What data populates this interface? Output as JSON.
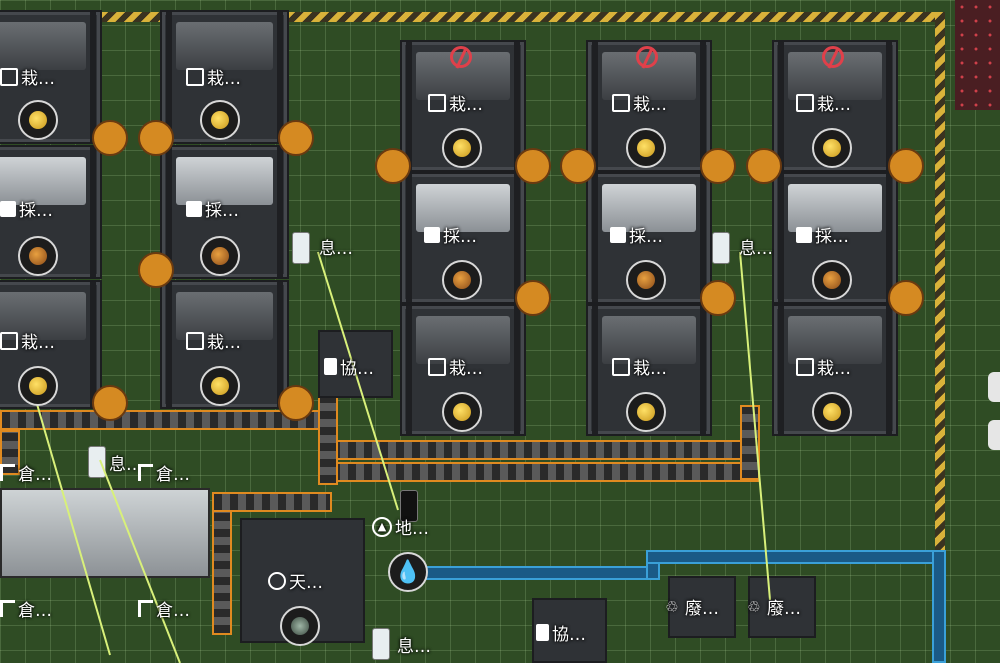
{
  "labels": {
    "planter": "栽…",
    "harvester": "採…",
    "rest": "息…",
    "protocol": "協…",
    "storage": "倉…",
    "sky": "天…",
    "ground": "地…",
    "waste": "廢…"
  },
  "icons": {
    "planter": "planter-icon",
    "harvester": "harvester-icon",
    "rest": "rest-icon",
    "protocol": "document-icon",
    "storage": "storage-icon",
    "sky": "sky-icon",
    "ground": "ground-icon",
    "waste": "recycle-icon",
    "water": "water-drop-icon",
    "offline": "power-off-icon"
  },
  "colors": {
    "belt_accent": "#e08a20",
    "pipe_accent": "#3aa0d8",
    "hazard_yellow": "#d9b23a",
    "offline_red": "#e0404a",
    "grid_green": "#2f4c24"
  }
}
